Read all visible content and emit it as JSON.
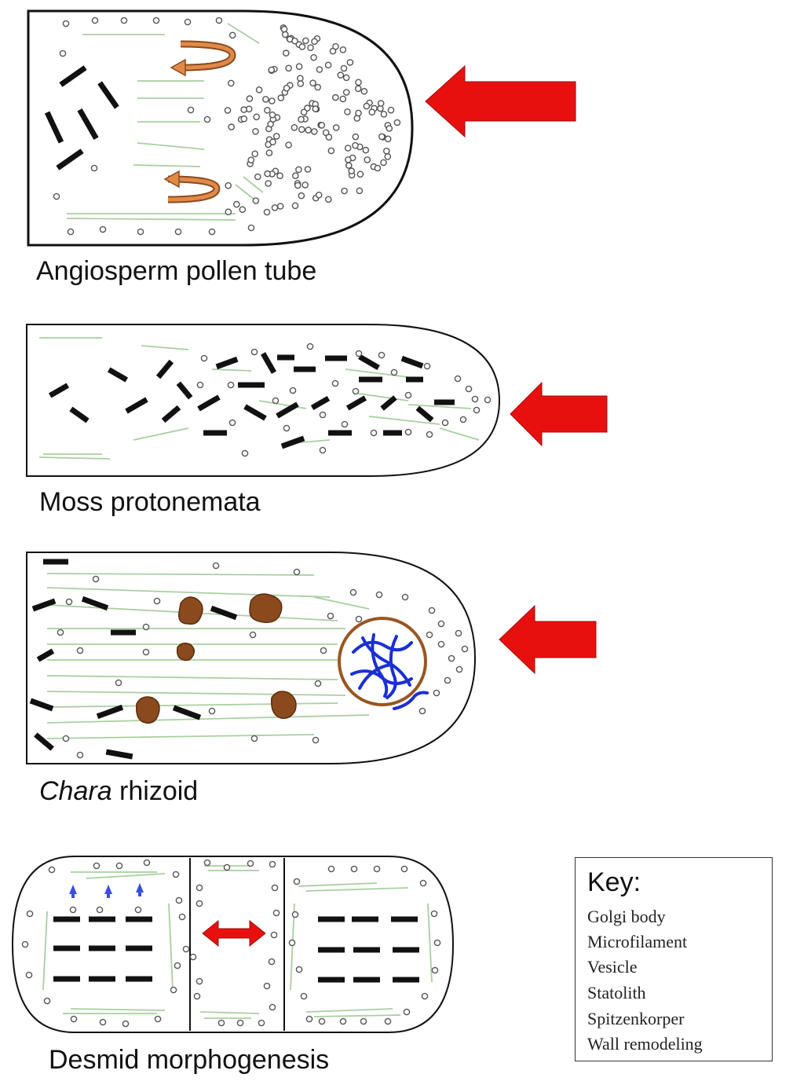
{
  "panels": {
    "pollen": {
      "label": "Angiosperm pollen tube"
    },
    "moss": {
      "label": "Moss protonemata"
    },
    "chara": {
      "label_italic": "Chara",
      "label_rest": " rhizoid"
    },
    "desmid": {
      "label": "Desmid morphogenesis"
    }
  },
  "key": {
    "title": "Key:",
    "items": [
      {
        "label": "Golgi body",
        "symbol": "golgi-body"
      },
      {
        "label": "Microfilament",
        "symbol": "microfilament"
      },
      {
        "label": "Vesicle",
        "symbol": "vesicle"
      },
      {
        "label": "Statolith",
        "symbol": "statolith"
      },
      {
        "label": "Spitzenkorper",
        "symbol": "spitzenkorper"
      },
      {
        "label": "Wall remodeling",
        "symbol": "wall-remodeling-arrow"
      }
    ]
  },
  "colors": {
    "outline": "#111111",
    "golgi": "#111111",
    "microfilament": "#a9cfa0",
    "vesicle": "#555555",
    "statolith": "#8b4a1e",
    "spitzenkorper_ring": "#9a5520",
    "spitzenkorper_strands": "#1a2fd6",
    "arrow_red": "#e8100f",
    "cytoplasmic_stream": "#e08a4a"
  }
}
